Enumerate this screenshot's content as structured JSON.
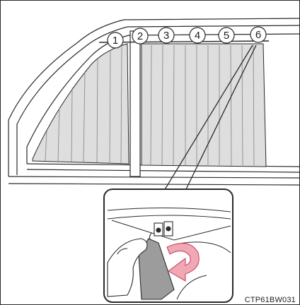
{
  "figure": {
    "code": "CTP61BW031",
    "hook_numbers": [
      "1",
      "2",
      "3",
      "4",
      "5",
      "6"
    ]
  },
  "colors": {
    "line": "#2a2a2a",
    "curtain": "#dedede",
    "curtain_fold": "#9a9a9a",
    "arrow": "#f0a8b4",
    "arrow_edge": "#c84a64",
    "strap": "#9c9c9c"
  }
}
